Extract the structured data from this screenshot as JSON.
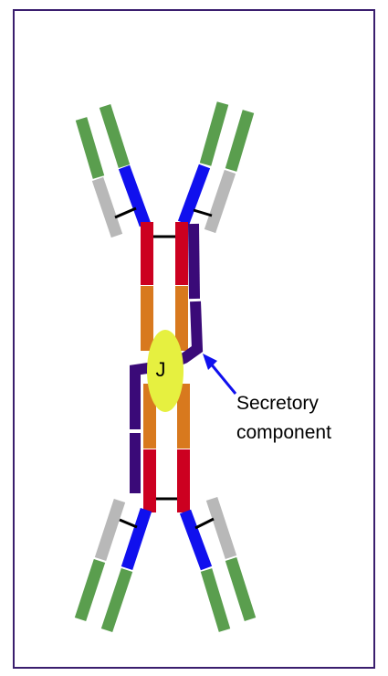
{
  "diagram": {
    "j_chain_label": "J",
    "secretory_label_line1": "Secretory",
    "secretory_label_line2": "component"
  },
  "colors": {
    "frame": "#3a1e6e",
    "light_chain_variable": "#5a9e4e",
    "light_chain_constant": "#b8b8b8",
    "heavy_variable": "#1010ee",
    "heavy_ch1_ch2": "#cc0020",
    "heavy_ch3": "#d8791e",
    "secretory_component": "#3a0a78",
    "j_chain": "#e6f040",
    "disulfide": "#000000",
    "arrow": "#1010ee"
  }
}
